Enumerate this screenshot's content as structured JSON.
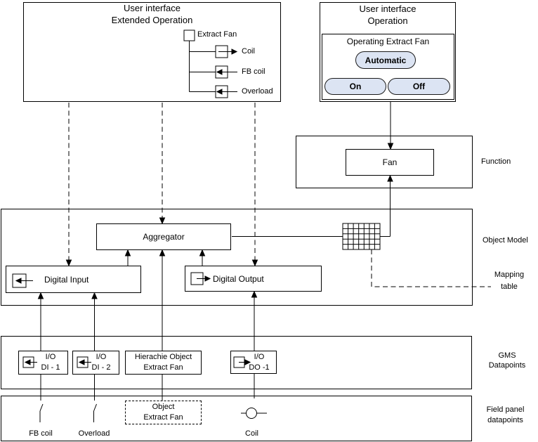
{
  "extended_operation": {
    "title_line1": "User interface",
    "title_line2": "Extended Operation",
    "tree": {
      "root": "Extract Fan",
      "children": [
        "Coil",
        "FB coil",
        "Overload"
      ]
    }
  },
  "operation": {
    "title_line1": "User interface",
    "title_line2": "Operation",
    "panel_title": "Operating Extract Fan",
    "buttons": {
      "automatic": "Automatic",
      "on": "On",
      "off": "Off"
    }
  },
  "function_section": {
    "label": "Function",
    "fan": "Fan"
  },
  "object_model": {
    "label": "Object Model",
    "aggregator": "Aggregator",
    "digital_input": "Digital Input",
    "digital_output": "Digital Output",
    "mapping_label_line1": "Mapping",
    "mapping_label_line2": "table"
  },
  "gms": {
    "label_line1": "GMS",
    "label_line2": "Datapoints",
    "di1": {
      "line1": "I/O",
      "line2": "DI - 1"
    },
    "di2": {
      "line1": "I/O",
      "line2": "DI - 2"
    },
    "hierarchy": {
      "line1": "Hierachie Object",
      "line2": "Extract Fan"
    },
    "do1": {
      "line1": "I/O",
      "line2": "DO -1"
    }
  },
  "field_panel": {
    "label_line1": "Field panel",
    "label_line2": "datapoints",
    "fb_coil": "FB coil",
    "overload": "Overload",
    "object_box_line1": "Object",
    "object_box_line2": "Extract Fan",
    "coil": "Coil"
  },
  "colors": {
    "button_fill": "#dce4f3",
    "line": "#000000",
    "background": "#ffffff"
  }
}
